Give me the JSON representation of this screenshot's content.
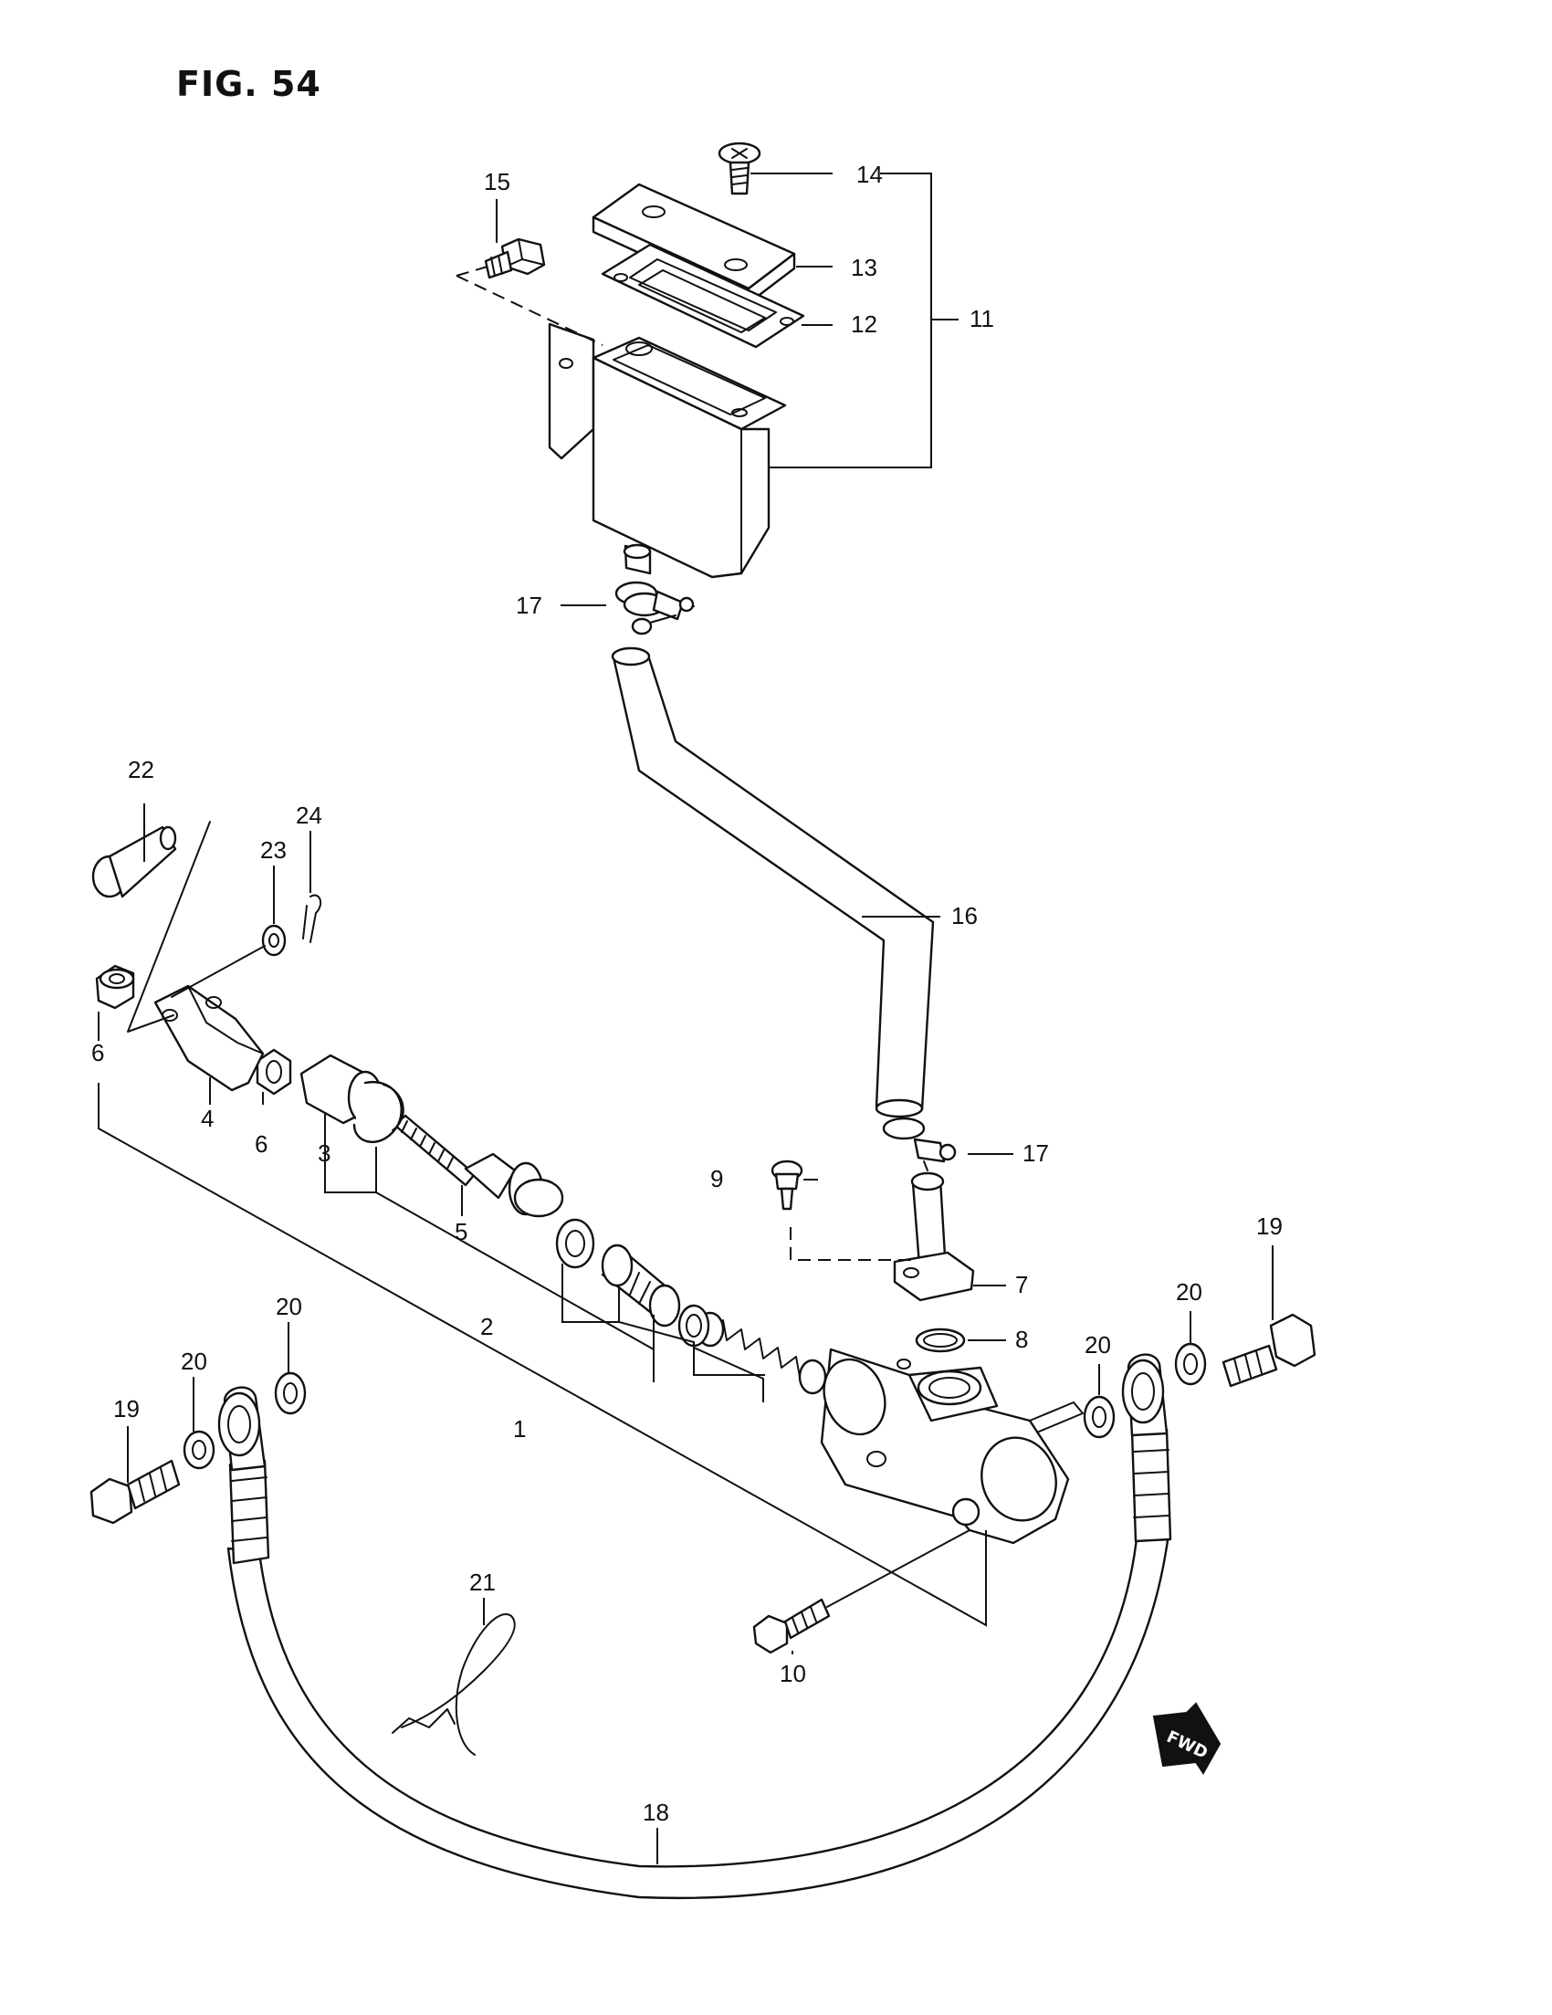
{
  "figure": {
    "title": "FIG. 54"
  },
  "callouts": {
    "c1": "1",
    "c2": "2",
    "c3": "3",
    "c4": "4",
    "c5": "5",
    "c6a": "6",
    "c6b": "6",
    "c7": "7",
    "c8": "8",
    "c9": "9",
    "c10": "10",
    "c11": "11",
    "c12": "12",
    "c13": "13",
    "c14": "14",
    "c15": "15",
    "c16": "16",
    "c17a": "17",
    "c17b": "17",
    "c18": "18",
    "c19a": "19",
    "c19b": "19",
    "c20a": "20",
    "c20b": "20",
    "c20c": "20",
    "c20d": "20",
    "c21": "21",
    "c22": "22",
    "c23": "23",
    "c24": "24"
  },
  "direction_badge": {
    "label": "FWD"
  }
}
